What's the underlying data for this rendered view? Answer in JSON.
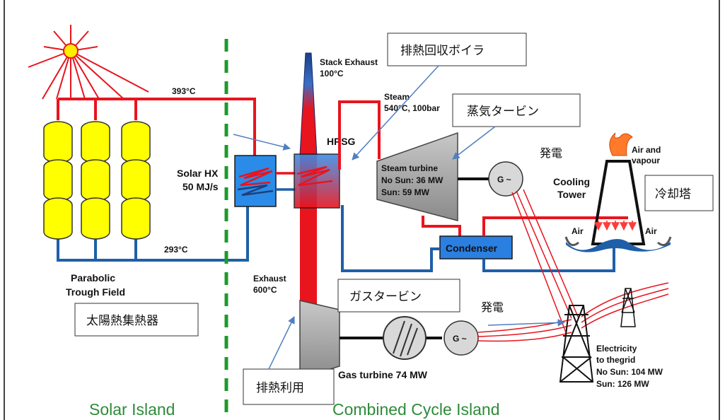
{
  "labels": {
    "temp_hot": "393°C",
    "temp_cold": "293°C",
    "solar_hx_1": "Solar HX",
    "solar_hx_2": "50 MJ/s",
    "parabolic_1": "Parabolic",
    "parabolic_2": "Trough Field",
    "stack_exhaust_1": "Stack Exhaust",
    "stack_exhaust_2": "100°C",
    "hrsg": "HRSG",
    "steam_1": "Steam",
    "steam_2": "540°C, 100bar",
    "steam_turbine_1": "Steam turbine",
    "steam_turbine_2": "No Sun: 36 MW",
    "steam_turbine_3": "Sun: 59 MW",
    "generator": "G ~",
    "generator_2": "G ~",
    "cooling_1": "Cooling",
    "cooling_2": "Tower",
    "air_vapour_1": "Air and",
    "air_vapour_2": "vapour",
    "air_left": "Air",
    "air_right": "Air",
    "condenser": "Condenser",
    "exhaust_1": "Exhaust",
    "exhaust_2": "600°C",
    "gas_turbine": "Gas turbine  74 MW",
    "electricity_1": "Electricity",
    "electricity_2": "to thegrid",
    "electricity_3": "No Sun: 104 MW",
    "electricity_4": "Sun: 126 MW",
    "solar_island": "Solar Island",
    "combined_cycle_island": "Combined  Cycle Island"
  },
  "japanese": {
    "hrsg_box": "排熱回収ボイラ",
    "steam_turbine_box": "蒸気タービン",
    "power_gen_1": "発電",
    "cooling_tower_box": "冷却塔",
    "gas_turbine_box": "ガスタービン",
    "power_gen_2": "発電",
    "solar_collector_box": "太陽熱集熱器",
    "heat_use_box": "排熱利用"
  },
  "colors": {
    "hot_pipe": "#e8141e",
    "cold_pipe": "#1f5fa8",
    "collector": "#ffff00",
    "island_text": "#2e8b3a",
    "divider": "#1e9a2a"
  }
}
